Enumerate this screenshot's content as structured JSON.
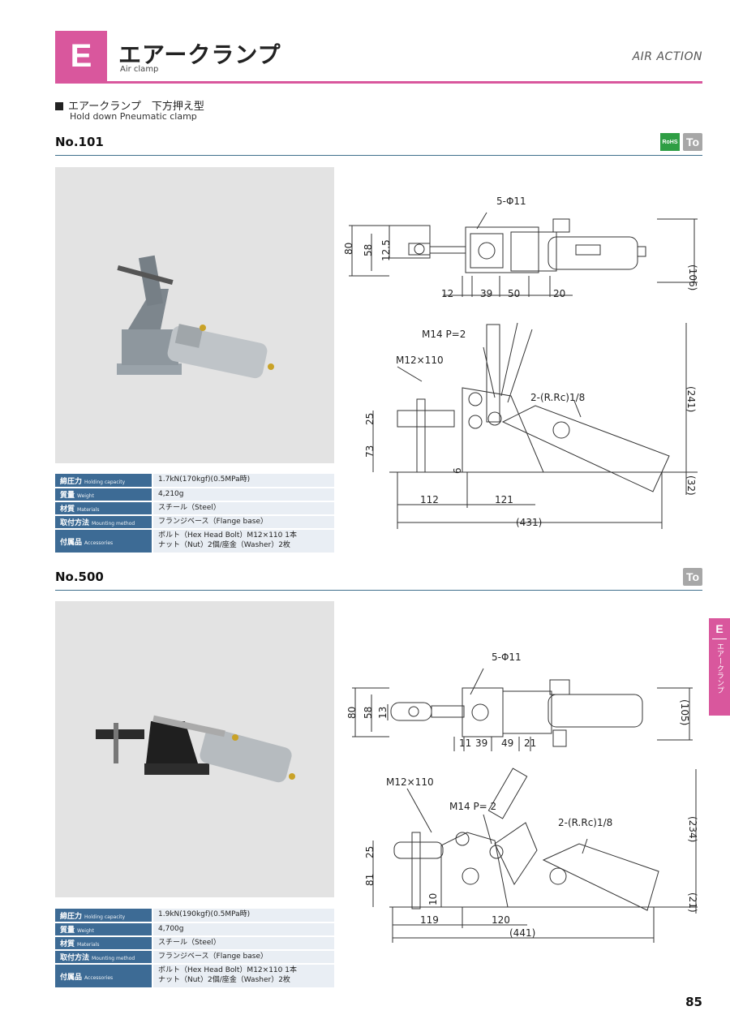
{
  "header": {
    "letter": "E",
    "title": "エアークランプ",
    "subtitle": "Air clamp",
    "right_label": "AIR ACTION"
  },
  "section": {
    "title": "エアークランプ　下方押え型",
    "subtitle": "Hold down Pneumatic clamp"
  },
  "badges": {
    "rohs": "RoHS",
    "to": "To"
  },
  "products": [
    {
      "name": "No.101",
      "specs": [
        {
          "label": "締圧力",
          "label_en": "Holding capacity",
          "value": "1.7kN(170kgf)(0.5MPa時)"
        },
        {
          "label": "質量",
          "label_en": "Weight",
          "value": "4,210g"
        },
        {
          "label": "材質",
          "label_en": "Materials",
          "value": "スチール（Steel）"
        },
        {
          "label": "取付方法",
          "label_en": "Mounting method",
          "value": "フランジベース（Flange base）"
        },
        {
          "label": "付属品",
          "label_en": "Accessories",
          "value": "ボルト（Hex Head Bolt）M12×110 1本",
          "value2": "ナット（Nut）2個/座金（Washer）2枚"
        }
      ],
      "dims": {
        "holes": "5-Φ11",
        "h80": "80",
        "h58": "58",
        "h12_5": "12.5",
        "d12": "12",
        "d39": "39",
        "d50": "50",
        "d20": "20",
        "r106": "(106)",
        "m14": "M14 P=2",
        "m12": "M12×110",
        "port": "2-(R.Rc)1/8",
        "v25": "25",
        "v73": "73",
        "v6": "6",
        "d112": "112",
        "d121": "121",
        "d431": "(431)",
        "r241": "(241)",
        "r32": "(32)"
      }
    },
    {
      "name": "No.500",
      "specs": [
        {
          "label": "締圧力",
          "label_en": "Holding capacity",
          "value": "1.9kN(190kgf)(0.5MPa時)"
        },
        {
          "label": "質量",
          "label_en": "Weight",
          "value": "4,700g"
        },
        {
          "label": "材質",
          "label_en": "Materials",
          "value": "スチール（Steel）"
        },
        {
          "label": "取付方法",
          "label_en": "Mounting method",
          "value": "フランジベース（Flange base）"
        },
        {
          "label": "付属品",
          "label_en": "Accessories",
          "value": "ボルト（Hex Head Bolt）M12×110 1本",
          "value2": "ナット（Nut）2個/座金（Washer）2枚"
        }
      ],
      "dims": {
        "holes": "5-Φ11",
        "h80": "80",
        "h58": "58",
        "h13": "13",
        "d11": "11",
        "d39": "39",
        "d49": "49",
        "d21": "21",
        "r105": "(105)",
        "m12": "M12×110",
        "m14": "M14 P= 2",
        "port": "2-(R.Rc)1/8",
        "v25": "25",
        "v81": "81",
        "v10": "10",
        "d119": "119",
        "d120": "120",
        "d441": "(441)",
        "r234": "(234)",
        "r21": "(21)"
      }
    }
  ],
  "side_tab": {
    "letter": "E",
    "label": "エアークランプ"
  },
  "page_number": "85"
}
